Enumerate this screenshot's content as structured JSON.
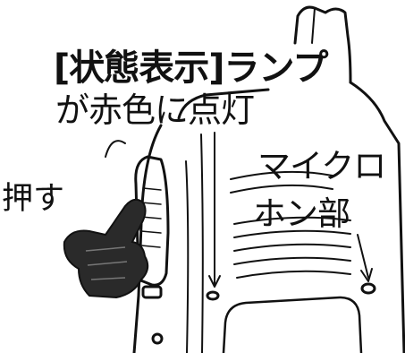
{
  "labels": {
    "status_lamp": "[状態表示]ランプ",
    "lit_red": "が赤色に点灯",
    "push": "押す",
    "mic_line1": "マイクロ",
    "mic_line2": "ホン部"
  }
}
